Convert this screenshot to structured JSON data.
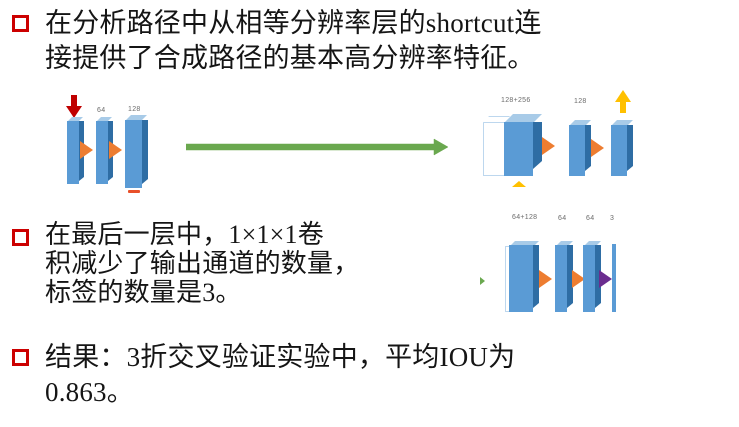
{
  "slide": {
    "background_color": "#ffffff",
    "bullet_marker_color": "#cc0000"
  },
  "bullets": [
    {
      "id": "bullet-1",
      "text": "在分析路径中从相等分辨率层的shortcut连\n接提供了合成路径的基本高分辨率特征。"
    },
    {
      "id": "bullet-2",
      "text": "在最后一层中，1×1×1卷\n积减少了输出通道的数量，\n标签的数量是3。"
    },
    {
      "id": "bullet-3",
      "text": "结果：3折交叉验证实验中，平均IOU为\n0.863。"
    }
  ],
  "diagram_analysis": {
    "name": "analysis-path-diagram",
    "layer_labels": [
      "64",
      "128"
    ],
    "input_arrow": {
      "name": "red-down-arrow",
      "color": "#c00000",
      "direction": "down"
    },
    "output_marker": {
      "name": "red-tick-marker",
      "color": "#e8502a"
    },
    "connector_arrows": {
      "color": "#ed7d31",
      "count": 2
    },
    "bar_color": "#5a9bd5"
  },
  "diagram_synthesis": {
    "name": "synthesis-path-diagram",
    "layer_labels": [
      "128+256",
      "128"
    ],
    "skip_block_label": "128+256",
    "output_arrow": {
      "name": "yellow-up-arrow",
      "color": "#ffc000",
      "direction": "up"
    },
    "input_arrow": {
      "name": "yellow-up-arrow-bottom",
      "color": "#ffc000",
      "direction": "up"
    },
    "connector_arrows": {
      "color": "#ed7d31",
      "count": 2
    },
    "bar_color": "#5a9bd5"
  },
  "diagram_final_layer": {
    "name": "final-layer-diagram",
    "layer_labels": [
      "64+128",
      "64",
      "64",
      "3"
    ],
    "connector_arrows": {
      "color": "#ed7d31",
      "count": 2
    },
    "final_arrow": {
      "name": "purple-arrow",
      "color": "#6b2d8f"
    },
    "input_marker": {
      "name": "green-arrow-marker",
      "color": "#6aa84f"
    },
    "bar_color": "#5a9bd5"
  },
  "transition_arrow": {
    "name": "green-process-arrow",
    "color": "#6aa84f",
    "direction": "right"
  }
}
